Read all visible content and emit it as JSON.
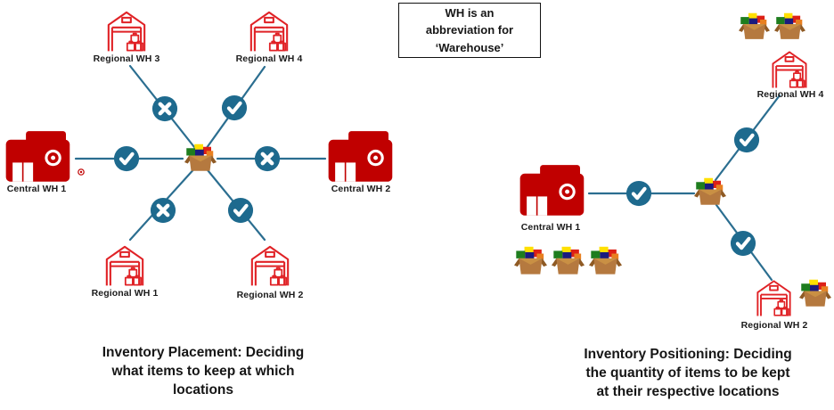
{
  "note_box": {
    "text": "WH is an\nabbreviation for\n‘Warehouse’"
  },
  "left_diagram": {
    "caption": "Inventory Placement: Deciding\nwhat items to keep at which\nlocations",
    "center_icon": "open-box-icon",
    "nodes": {
      "regional_wh_3": {
        "label": "Regional WH 3",
        "icon": "warehouse-icon",
        "decision": "cross"
      },
      "regional_wh_4": {
        "label": "Regional WH 4",
        "icon": "warehouse-icon",
        "decision": "check"
      },
      "central_wh_1": {
        "label": "Central WH 1",
        "icon": "target-store-icon",
        "decision": "check",
        "trademark_mark": true
      },
      "central_wh_2": {
        "label": "Central WH 2",
        "icon": "target-store-icon",
        "decision": "cross"
      },
      "regional_wh_1": {
        "label": "Regional WH 1",
        "icon": "warehouse-icon",
        "decision": "cross"
      },
      "regional_wh_2": {
        "label": "Regional WH 2",
        "icon": "warehouse-icon",
        "decision": "check"
      }
    }
  },
  "right_diagram": {
    "caption": "Inventory Positioning: Deciding\nthe quantity of items to be kept\nat their respective locations",
    "center_icon": "open-box-icon",
    "nodes": {
      "central_wh_1": {
        "label": "Central WH 1",
        "icon": "target-store-icon",
        "decision": "check",
        "quantity_boxes": 3
      },
      "regional_wh_4": {
        "label": "Regional WH 4",
        "icon": "warehouse-icon",
        "decision": "check",
        "quantity_boxes": 2
      },
      "regional_wh_2": {
        "label": "Regional WH 2",
        "icon": "warehouse-icon",
        "decision": "check",
        "quantity_boxes": 1
      }
    }
  },
  "colors": {
    "connector_teal": "#2B6E90",
    "decision_circle_teal": "#1E6A8E",
    "warehouse_outline_red": "#E02226",
    "store_red": "#C00000",
    "text_dark": "#161616",
    "box_cardboard": "#B5793F"
  }
}
